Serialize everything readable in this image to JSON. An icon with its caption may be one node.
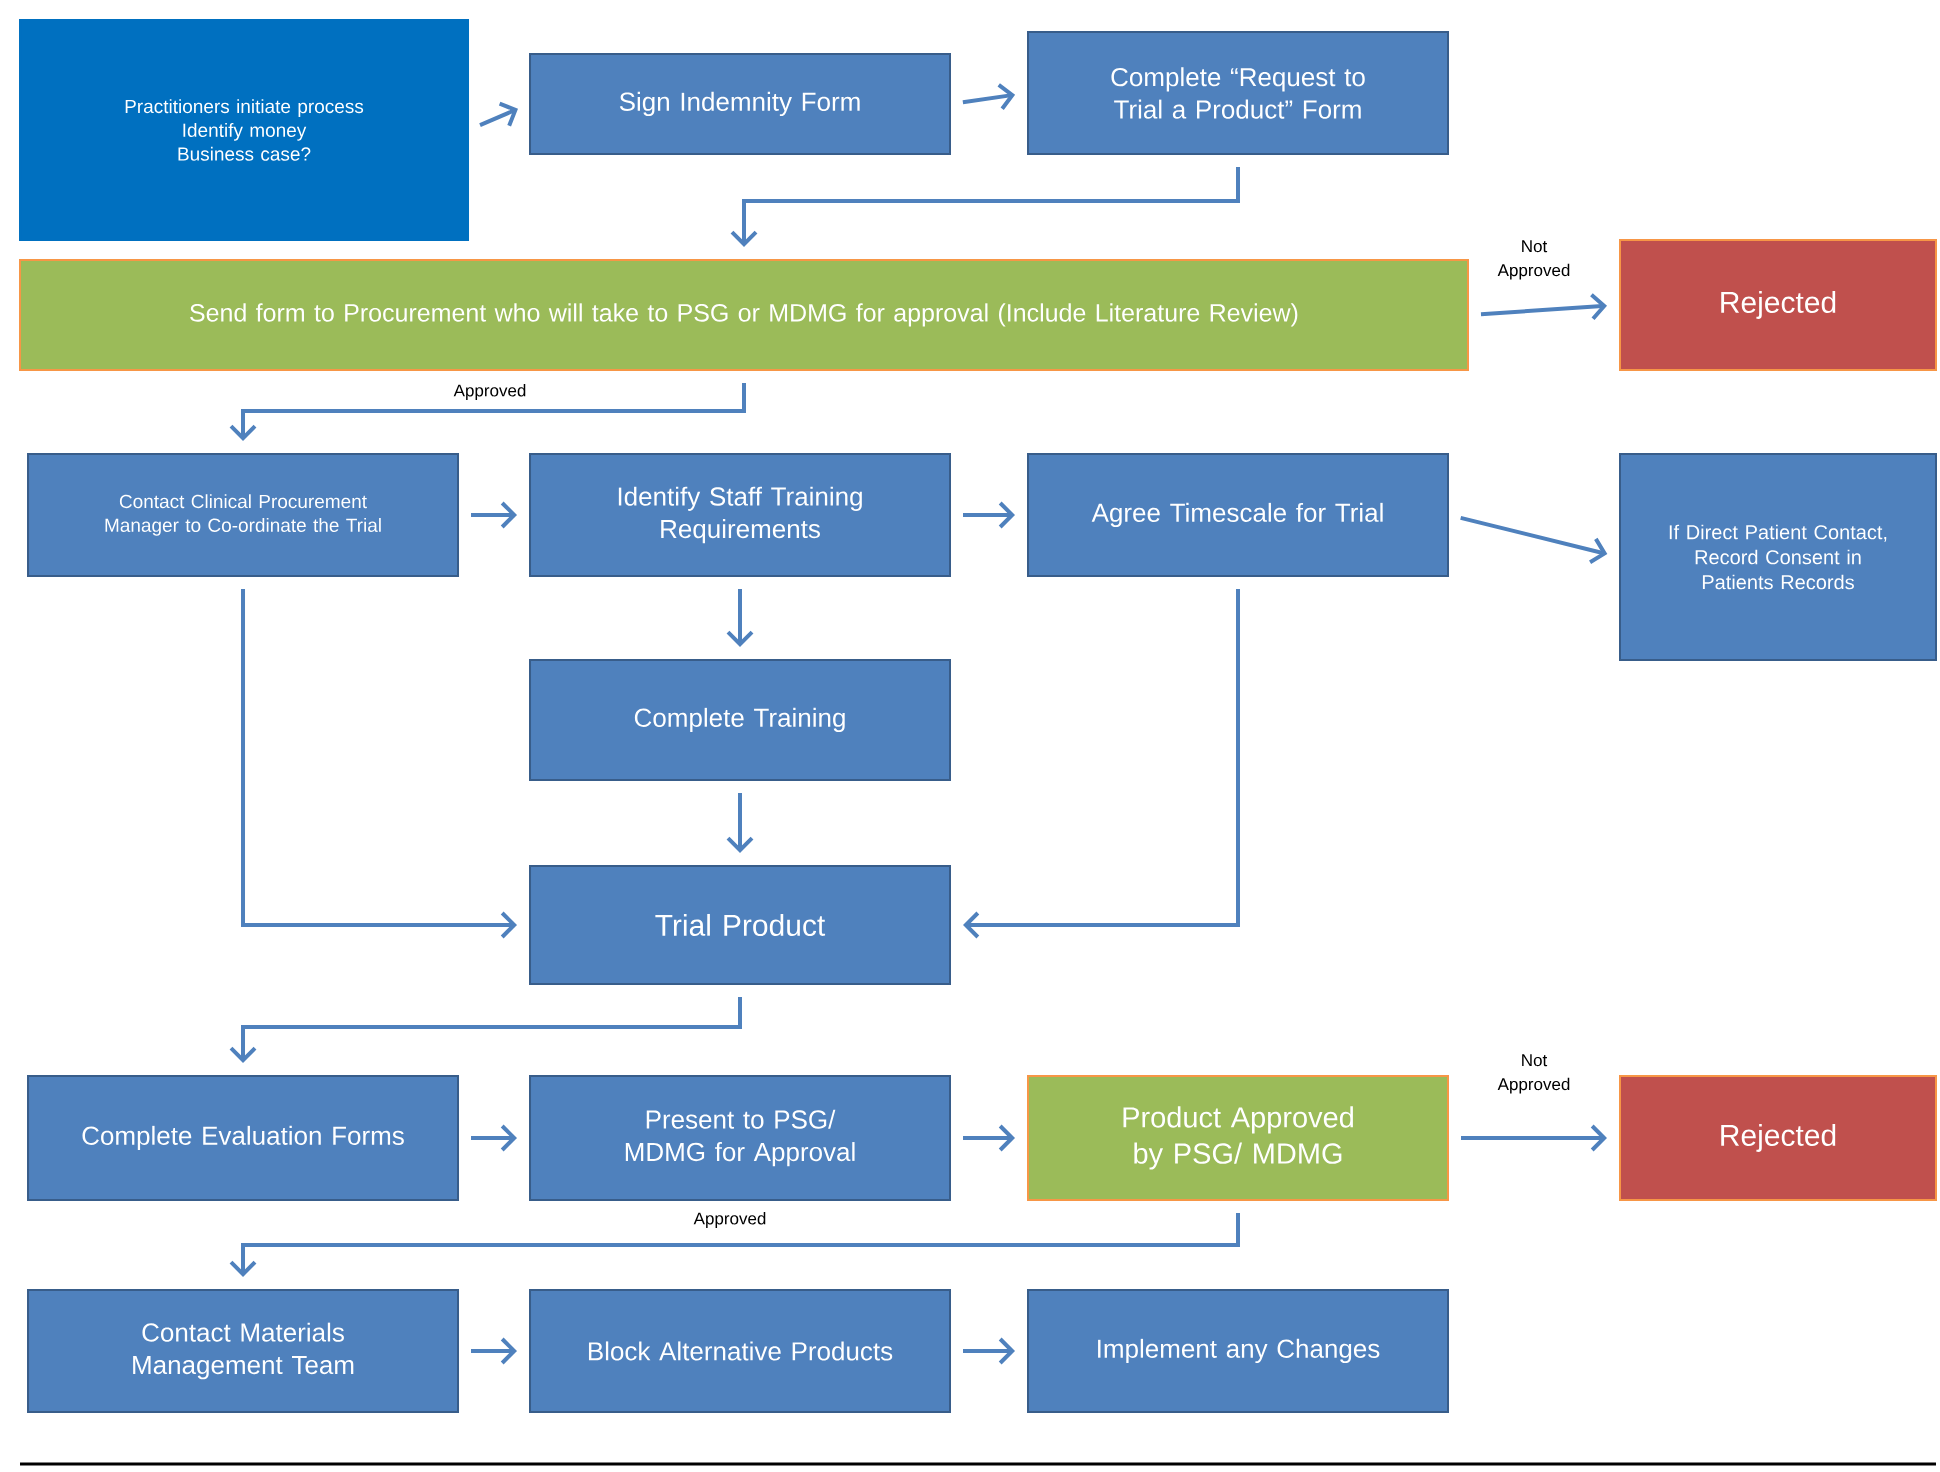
{
  "diagram": {
    "nodes": [
      {
        "text": [
          "Practitioners initiate process",
          "Identify money",
          "Business case?"
        ]
      },
      {
        "text": [
          "Sign Indemnity Form"
        ]
      },
      {
        "text": [
          "Complete “Request to Trial a Product” Form"
        ]
      },
      {
        "text": [
          "Send form to Procurement who will take to PSG or MDMG for approval (Include Literature Review)"
        ]
      },
      {
        "text": [
          "Rejected"
        ]
      },
      {
        "text": [
          "Contact Clinical Procurement Manager to Co-ordinate the Trial"
        ]
      },
      {
        "text": [
          "Identify Staff Training Requirements"
        ]
      },
      {
        "text": [
          "Agree Timescale for Trial"
        ]
      },
      {
        "text": [
          "If Direct Patient Contact, Record Consent in Patients Records"
        ]
      },
      {
        "text": [
          "Complete Training"
        ]
      },
      {
        "text": [
          "Trial Product"
        ]
      },
      {
        "text": [
          "Complete Evaluation Forms"
        ]
      },
      {
        "text": [
          "Present to PSG/ MDMG for Approval"
        ]
      },
      {
        "text": [
          "Product Approved by PSG/ MDMG"
        ]
      },
      {
        "text": [
          "Rejected"
        ]
      },
      {
        "text": [
          "Contact Materials Management Team"
        ]
      },
      {
        "text": [
          "Block Alternative Products"
        ]
      },
      {
        "text": [
          "Implement any Changes"
        ]
      }
    ],
    "edges": [
      {
        "from": 0,
        "to": 1,
        "arrow": "to"
      },
      {
        "from": 1,
        "to": 2,
        "arrow": "to"
      },
      {
        "from": 2,
        "to": 3,
        "arrow": "to"
      },
      {
        "from": 3,
        "to": 4,
        "arrow": "to",
        "label": "Not Approved"
      },
      {
        "from": 3,
        "to": 5,
        "arrow": "to",
        "label": "Approved"
      },
      {
        "from": 5,
        "to": 6,
        "arrow": "to"
      },
      {
        "from": 6,
        "to": 7,
        "arrow": "to"
      },
      {
        "from": 7,
        "to": 8,
        "arrow": "to"
      },
      {
        "from": 6,
        "to": 9,
        "arrow": "to"
      },
      {
        "from": 9,
        "to": 10,
        "arrow": "to"
      },
      {
        "from": 5,
        "to": 10,
        "arrow": "to"
      },
      {
        "from": 7,
        "to": 10,
        "arrow": "to"
      },
      {
        "from": 10,
        "to": 11,
        "arrow": "to"
      },
      {
        "from": 11,
        "to": 12,
        "arrow": "to"
      },
      {
        "from": 12,
        "to": 13,
        "arrow": "to"
      },
      {
        "from": 13,
        "to": 14,
        "arrow": "to",
        "label": "Not Approved"
      },
      {
        "from": 13,
        "to": 15,
        "arrow": "to",
        "label": "Approved"
      },
      {
        "from": 15,
        "to": 16,
        "arrow": "to"
      },
      {
        "from": 16,
        "to": 17,
        "arrow": "to"
      }
    ]
  }
}
